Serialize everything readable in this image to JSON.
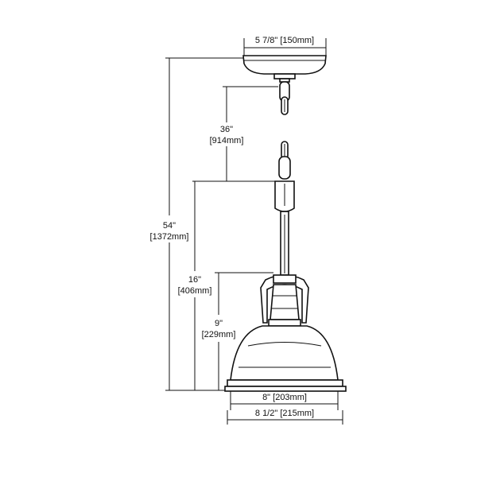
{
  "dimensions": {
    "canopy_width": "5 7/8\" [150mm]",
    "chain_length_in": "36\"",
    "chain_length_mm": "[914mm]",
    "overall_height_in": "54\"",
    "overall_height_mm": "[1372mm]",
    "fixture_height_in": "16\"",
    "fixture_height_mm": "[406mm]",
    "shade_height_in": "9\"",
    "shade_height_mm": "[229mm]",
    "shade_width": "8\" [203mm]",
    "overall_width": "8 1/2\" [215mm]"
  },
  "colors": {
    "line": "#111111",
    "background": "#ffffff"
  }
}
